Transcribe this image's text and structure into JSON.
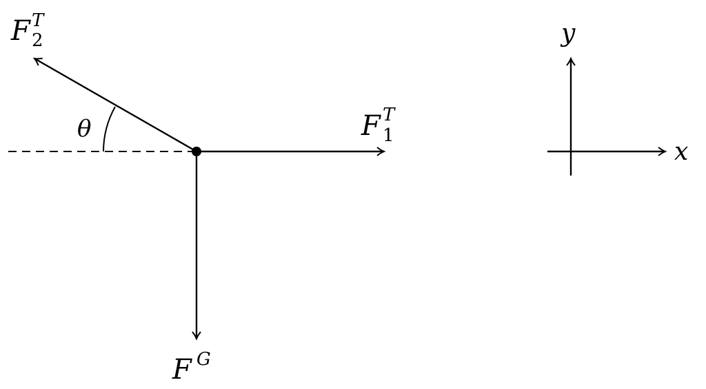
{
  "diagram": {
    "forces": {
      "f2_tension": {
        "base": "F",
        "subscript": "2",
        "superscript": "T"
      },
      "f1_tension": {
        "base": "F",
        "subscript": "1",
        "superscript": "T"
      },
      "gravity": {
        "base": "F",
        "superscript": "G"
      }
    },
    "angle_label": "θ",
    "axes": {
      "x_label": "x",
      "y_label": "y"
    },
    "colors": {
      "stroke": "#000000",
      "background": "#ffffff"
    }
  }
}
